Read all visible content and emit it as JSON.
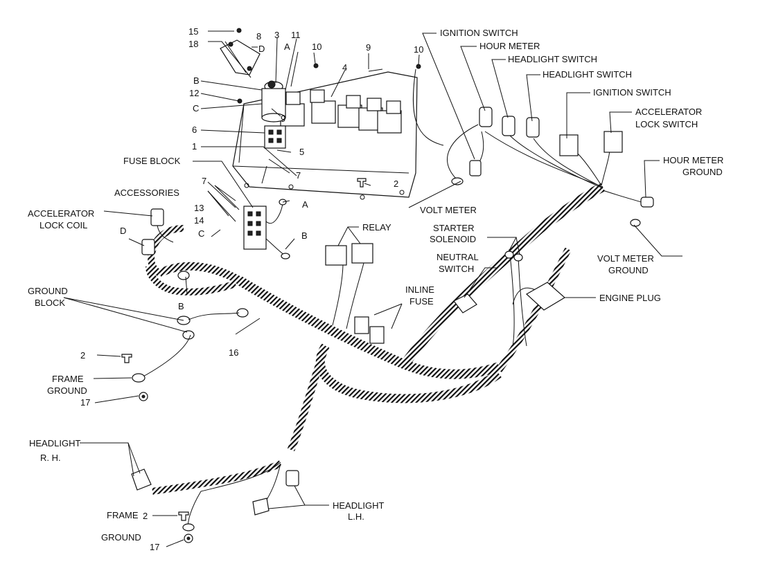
{
  "labels": {
    "ignition_switch_1": "IGNITION SWITCH",
    "hour_meter": "HOUR METER",
    "headlight_switch_1": "HEADLIGHT SWITCH",
    "headlight_switch_2": "HEADLIGHT SWITCH",
    "ignition_switch_2": "IGNITION SWITCH",
    "accelerator_lock_switch_1": "ACCELERATOR",
    "accelerator_lock_switch_2": "LOCK SWITCH",
    "hour_meter_ground_1": "HOUR METER",
    "hour_meter_ground_2": "GROUND",
    "volt_meter": "VOLT METER",
    "volt_meter_ground_1": "VOLT METER",
    "volt_meter_ground_2": "GROUND",
    "starter_solenoid_1": "STARTER",
    "starter_solenoid_2": "SOLENOID",
    "neutral_switch_1": "NEUTRAL",
    "neutral_switch_2": "SWITCH",
    "engine_plug": "ENGINE PLUG",
    "relay": "RELAY",
    "inline_fuse_1": "INLINE",
    "inline_fuse_2": "FUSE",
    "fuse_block": "FUSE BLOCK",
    "accessories": "ACCESSORIES",
    "accelerator_lock_coil_1": "ACCELERATOR",
    "accelerator_lock_coil_2": "LOCK COIL",
    "ground_block_1": "GROUND",
    "ground_block_2": "BLOCK",
    "frame_ground_1a": "FRAME",
    "frame_ground_1b": "GROUND",
    "frame_ground_2a": "FRAME",
    "frame_ground_2b": "GROUND",
    "headlight_rh_1": "HEADLIGHT",
    "headlight_rh_2": "R. H.",
    "headlight_lh_1": "HEADLIGHT",
    "headlight_lh_2": "L.H."
  },
  "callouts": {
    "n15": "15",
    "n8": "8",
    "n18": "18",
    "nD_top": "D",
    "n3": "3",
    "n11": "11",
    "nA_top": "A",
    "n10_a": "10",
    "n9_top": "9",
    "n10_b": "10",
    "n4": "4",
    "nB_top": "B",
    "n12": "12",
    "nC_top": "C",
    "n9_mid": "9",
    "n6": "6",
    "n5": "5",
    "n1": "1",
    "n7_top": "7",
    "n2_panel": "2",
    "n7_acc": "7",
    "nA_mid": "A",
    "n13": "13",
    "n14": "14",
    "nC_mid": "C",
    "nB_mid": "B",
    "nD_mid": "D",
    "nB_low": "B",
    "n16": "16",
    "n2_frame1": "2",
    "n17_a": "17",
    "n2_frame2": "2",
    "n17_b": "17"
  }
}
